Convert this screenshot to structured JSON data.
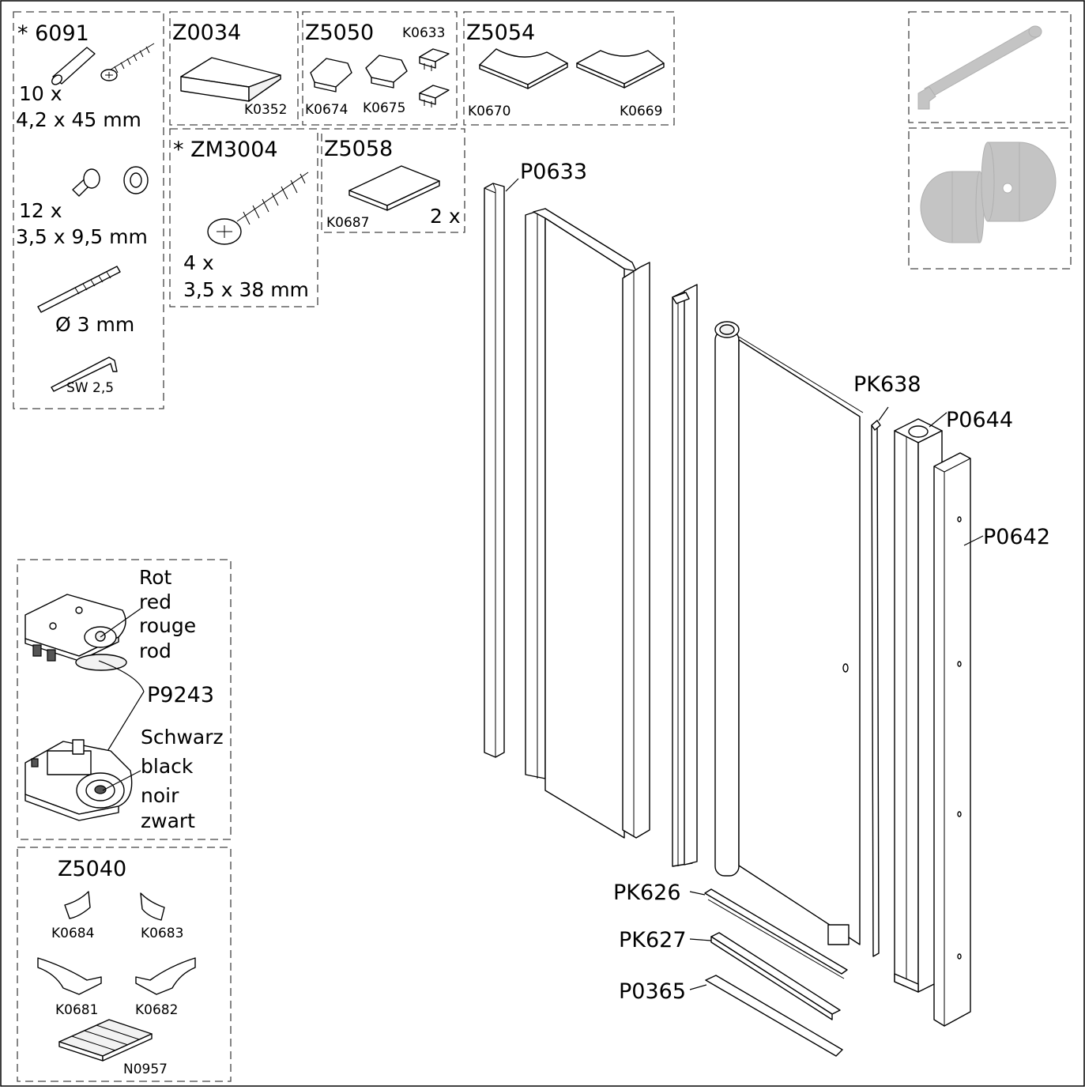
{
  "kits": {
    "k6091": {
      "code": "* 6091",
      "q1": "10 x",
      "s1": "4,2 x 45 mm",
      "q2": "12 x",
      "s2": "3,5 x 9,5 mm",
      "drill": "Ø 3 mm",
      "key": "SW 2,5"
    },
    "z0034": {
      "code": "Z0034",
      "part": "K0352"
    },
    "z5050": {
      "code": "Z5050",
      "p1": "K0633",
      "p2": "K0674",
      "p3": "K0675"
    },
    "z5054": {
      "code": "Z5054",
      "p1": "K0670",
      "p2": "K0669"
    },
    "zm3004": {
      "code": "* ZM3004",
      "q": "4 x",
      "s": "3,5 x 38 mm"
    },
    "z5058": {
      "code": "Z5058",
      "part": "K0687",
      "q": "2 x"
    },
    "p9243": {
      "code": "P9243",
      "red1": "Rot",
      "red2": "red",
      "red3": "rouge",
      "red4": "rod",
      "blk1": "Schwarz",
      "blk2": "black",
      "blk3": "noir",
      "blk4": "zwart"
    },
    "z5040": {
      "code": "Z5040",
      "p1": "K0684",
      "p2": "K0683",
      "p3": "K0681",
      "p4": "K0682",
      "p5": "N0957"
    }
  },
  "labels": {
    "p0633": "P0633",
    "pk638": "PK638",
    "p0644": "P0644",
    "p0642": "P0642",
    "pk626": "PK626",
    "pk627": "PK627",
    "p0365": "P0365"
  },
  "optional_icons": [
    "stabilizer-bar-icon",
    "wall-spacer-icon"
  ]
}
